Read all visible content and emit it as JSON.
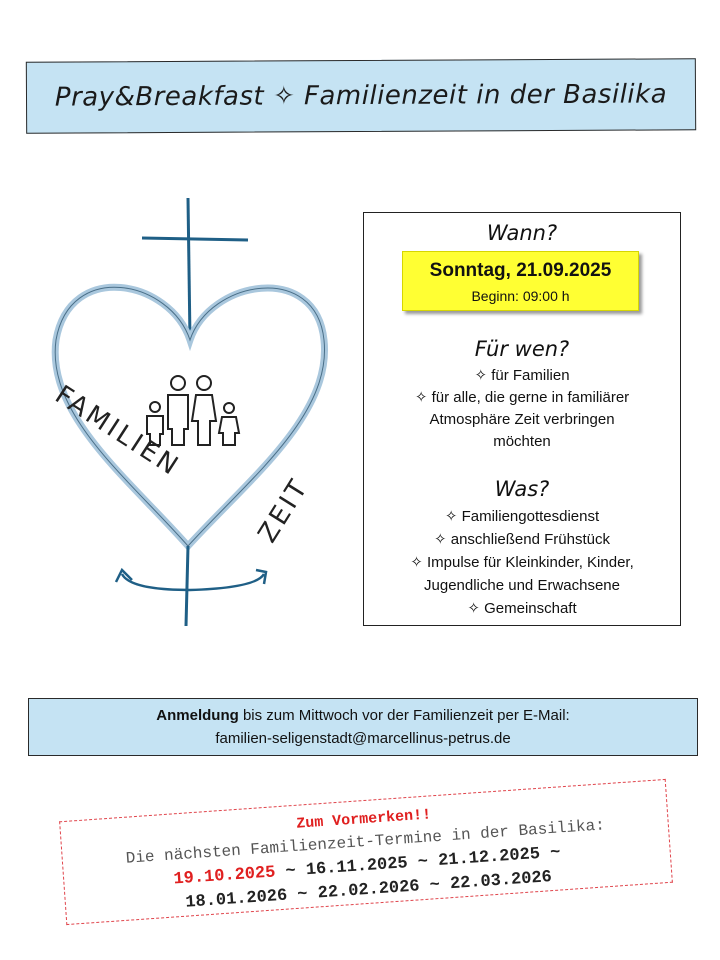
{
  "header": {
    "title": "Pray&Breakfast ✧ Familienzeit in der Basilika"
  },
  "logo": {
    "word1": "FAMILIEN",
    "word2": "ZEIT"
  },
  "info": {
    "wann_heading": "Wann?",
    "date": "Sonntag, 21.09.2025",
    "start": "Beginn: 09:00 h",
    "fuer_wen_heading": "Für wen?",
    "fuer_wen_items": [
      "✧ für Familien",
      "✧ für alle, die gerne in familiärer",
      "Atmosphäre Zeit verbringen",
      "möchten"
    ],
    "was_heading": "Was?",
    "was_items": [
      "✧ Familiengottesdienst",
      "✧ anschließend Frühstück",
      "✧ Impulse für Kleinkinder, Kinder,",
      "Jugendliche und Erwachsene",
      "✧ Gemeinschaft"
    ]
  },
  "registration": {
    "bold": "Anmeldung",
    "text": " bis zum Mittwoch vor der Familienzeit per E-Mail:",
    "email": "familien-seligenstadt@marcellinus-petrus.de"
  },
  "save_the_date": {
    "title": "Zum Vormerken!!",
    "line": "Die nächsten Familienzeit-Termine in der Basilika:",
    "highlight_date": "19.10.2025",
    "dates_rest_1": " ~ 16.11.2025 ~ 21.12.2025 ~",
    "dates_2": "18.01.2026 ~ 22.02.2026 ~ 22.03.2026"
  },
  "colors": {
    "banner": "#c5e3f3",
    "highlight": "#ffff33",
    "accent_red": "#e02020",
    "cross": "#1f5f86"
  }
}
